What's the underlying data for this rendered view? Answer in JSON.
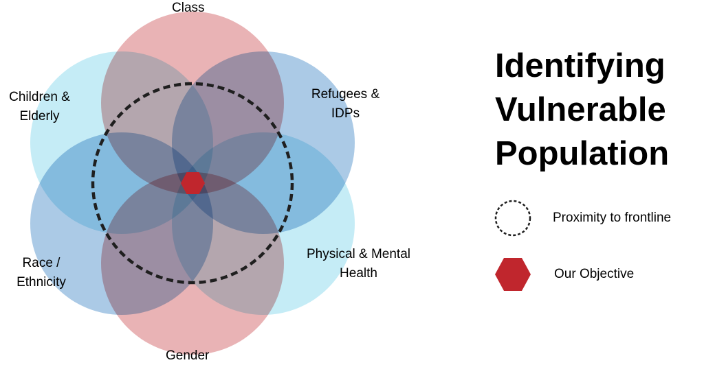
{
  "title": {
    "line1": "Identifying",
    "line2": "Vulnerable",
    "line3": "Population"
  },
  "categories": [
    {
      "id": "class",
      "label": "Class",
      "color": "#e29a9c"
    },
    {
      "id": "refugees",
      "label_line1": "Refugees &",
      "label_line2": "IDPs",
      "color": "#9cc1e2"
    },
    {
      "id": "physical",
      "label_line1": "Physical & Mental",
      "label_line2": "Health",
      "color": "#c2ebf5"
    },
    {
      "id": "gender",
      "label": "Gender",
      "color": "#e29a9c"
    },
    {
      "id": "race",
      "label_line1": "Race /",
      "label_line2": "Ethnicity",
      "color": "#9cc1e2"
    },
    {
      "id": "children",
      "label_line1": "Children &",
      "label_line2": "Elderly",
      "color": "#c2ebf5"
    }
  ],
  "legend": {
    "proximity": {
      "icon": "dashed-circle",
      "label": "Proximity to frontline"
    },
    "objective": {
      "icon": "red-hexagon",
      "label": "Our Objective",
      "color": "#c0262d"
    }
  },
  "objective_color": "#c0262d"
}
